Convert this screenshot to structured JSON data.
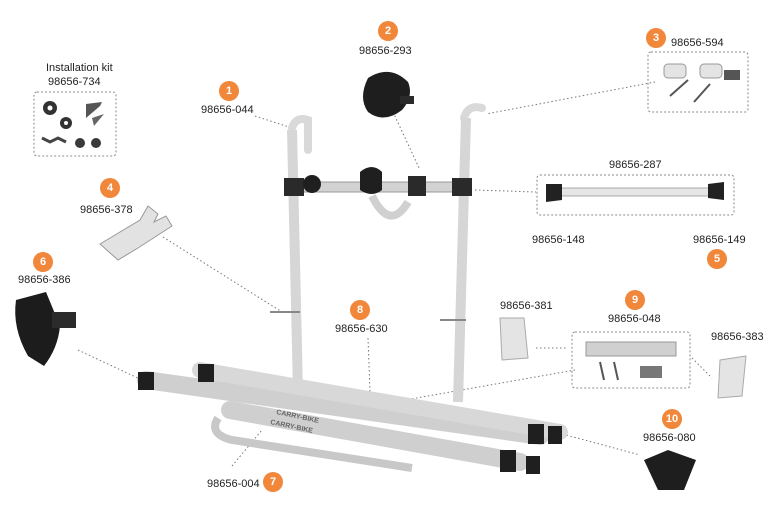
{
  "colors": {
    "badge": "#f0873a",
    "frame": "#d9d9d9",
    "dark": "#1e1e1e"
  },
  "kit": {
    "title": "Installation kit",
    "code": "98656-734"
  },
  "parts": [
    {
      "num": "1",
      "code": "98656-044"
    },
    {
      "num": "2",
      "code": "98656-293"
    },
    {
      "num": "3",
      "code": "98656-594"
    },
    {
      "num": "4",
      "code": "98656-378"
    },
    {
      "num": "5",
      "code": "98656-149"
    },
    {
      "num": "6",
      "code": "98656-386"
    },
    {
      "num": "7",
      "code": "98656-004"
    },
    {
      "num": "8",
      "code": "98656-630"
    },
    {
      "num": "9",
      "code": "98656-048"
    },
    {
      "num": "10",
      "code": "98656-080"
    }
  ],
  "extra_codes": {
    "bar": "98656-287",
    "left_cap": "98656-148",
    "left_block": "98656-381",
    "right_block": "98656-383"
  },
  "brand_text": "CARRY-BIKE"
}
